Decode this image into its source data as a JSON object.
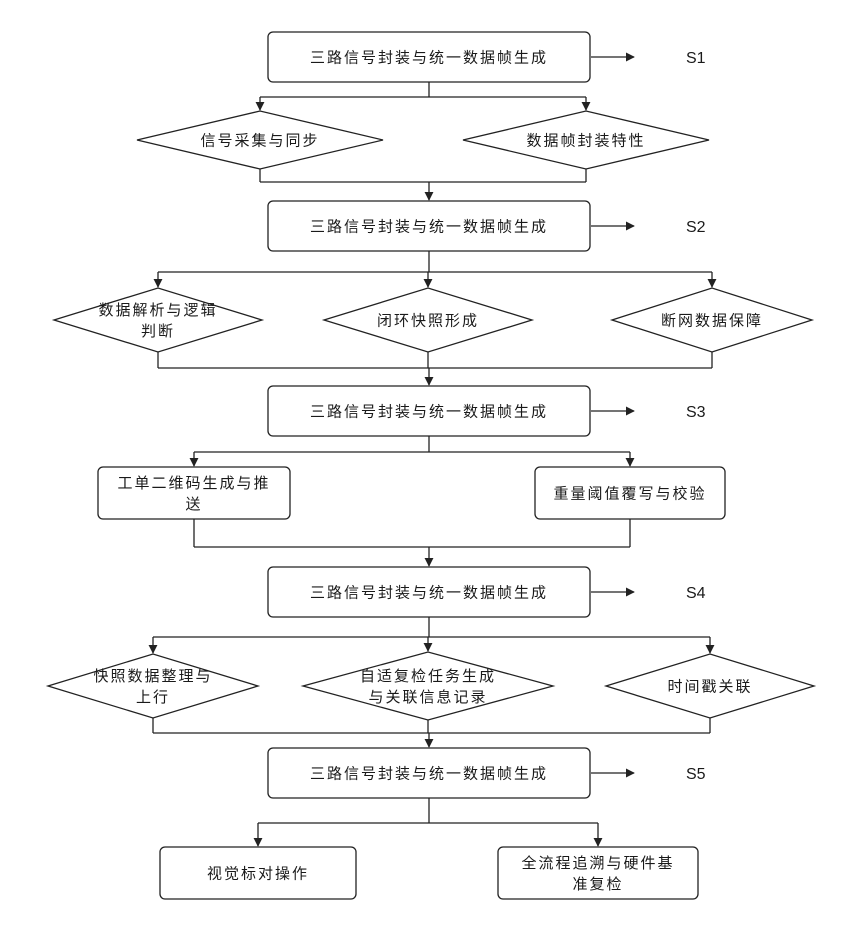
{
  "steps": [
    {
      "id": "S1",
      "box": "三路信号封装与统一数据帧生成",
      "children": [
        {
          "shape": "diamond",
          "lines": [
            "信号采集与同步"
          ]
        },
        {
          "shape": "diamond",
          "lines": [
            "数据帧封装特性"
          ]
        }
      ]
    },
    {
      "id": "S2",
      "box": "三路信号封装与统一数据帧生成",
      "children": [
        {
          "shape": "diamond",
          "lines": [
            "数据解析与逻辑",
            "判断"
          ]
        },
        {
          "shape": "diamond",
          "lines": [
            "闭环快照形成"
          ]
        },
        {
          "shape": "diamond",
          "lines": [
            "断网数据保障"
          ]
        }
      ]
    },
    {
      "id": "S3",
      "box": "三路信号封装与统一数据帧生成",
      "children": [
        {
          "shape": "rect",
          "lines": [
            "工单二维码生成与推",
            "送"
          ]
        },
        {
          "shape": "rect",
          "lines": [
            "重量阈值覆写与校验"
          ]
        }
      ]
    },
    {
      "id": "S4",
      "box": "三路信号封装与统一数据帧生成",
      "children": [
        {
          "shape": "diamond",
          "lines": [
            "快照数据整理与",
            "上行"
          ]
        },
        {
          "shape": "diamond",
          "lines": [
            "自适复检任务生成",
            "与关联信息记录"
          ]
        },
        {
          "shape": "diamond",
          "lines": [
            "时间戳关联"
          ]
        }
      ]
    },
    {
      "id": "S5",
      "box": "三路信号封装与统一数据帧生成",
      "children": [
        {
          "shape": "rect",
          "lines": [
            "视觉标对操作"
          ]
        },
        {
          "shape": "rect",
          "lines": [
            "全流程追溯与硬件基",
            "准复检"
          ]
        }
      ]
    }
  ]
}
